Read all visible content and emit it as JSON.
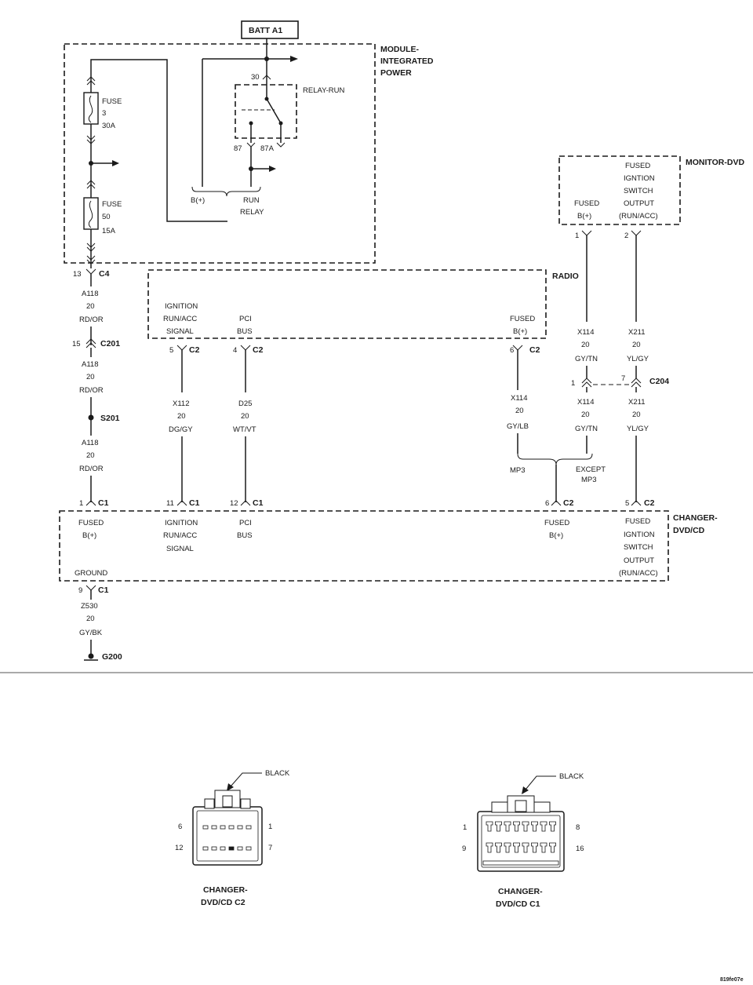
{
  "labels": {
    "batt": "BATT A1",
    "module": [
      "MODULE-",
      "INTEGRATED",
      "POWER"
    ],
    "relay_run": "RELAY-RUN",
    "pin30": "30",
    "pin87": "87",
    "pin87a": "87A",
    "fuse3": [
      "FUSE",
      "3",
      "30A"
    ],
    "fuse50": [
      "FUSE",
      "50",
      "15A"
    ],
    "bplus": "B(+)",
    "run_relay": [
      "RUN",
      "RELAY"
    ],
    "c4_pin": "13",
    "c4": "C4",
    "a118": [
      "A118",
      "20",
      "RD/OR"
    ],
    "c201_pin": "15",
    "c201": "C201",
    "s201": "S201",
    "radio": "RADIO",
    "ign_signal": [
      "IGNITION",
      "RUN/ACC",
      "SIGNAL"
    ],
    "pci_bus": [
      "PCI",
      "BUS"
    ],
    "fused_bplus_radio": [
      "FUSED",
      "B(+)"
    ],
    "radio_c2_5": "5",
    "radio_c2_4": "4",
    "radio_c2_6": "6",
    "c2": "C2",
    "c1": "C1",
    "x112": [
      "X112",
      "20",
      "DG/GY"
    ],
    "d25": [
      "D25",
      "20",
      "WT/VT"
    ],
    "x114_lb": [
      "X114",
      "20",
      "GY/LB"
    ],
    "x114_tn": [
      "X114",
      "20",
      "GY/TN"
    ],
    "x211": [
      "X211",
      "20",
      "YL/GY"
    ],
    "monitor": "MONITOR-DVD",
    "mon_fused": [
      "FUSED",
      "B(+)"
    ],
    "mon_ign": [
      "FUSED",
      "IGNTION",
      "SWITCH",
      "OUTPUT",
      "(RUN/ACC)"
    ],
    "mon_pin1": "1",
    "mon_pin2": "2",
    "c204": "C204",
    "c204_pin1": "1",
    "c204_pin7": "7",
    "mp3": "MP3",
    "except_mp3": [
      "EXCEPT",
      "MP3"
    ],
    "changer": [
      "CHANGER-",
      "DVD/CD"
    ],
    "ch_fused": [
      "FUSED",
      "B(+)"
    ],
    "ch_ign": [
      "IGNITION",
      "RUN/ACC",
      "SIGNAL"
    ],
    "ch_pci": [
      "PCI",
      "BUS"
    ],
    "ch_fused2": [
      "FUSED",
      "B(+)"
    ],
    "ch_ign2": [
      "FUSED",
      "IGNTION",
      "SWITCH",
      "OUTPUT",
      "(RUN/ACC)"
    ],
    "ch_ground": "GROUND",
    "ch_c1_1": "1",
    "ch_c1_11": "11",
    "ch_c1_12": "12",
    "ch_c2_6": "6",
    "ch_c2_5": "5",
    "ch_c1_9": "9",
    "z530": [
      "Z530",
      "20",
      "GY/BK"
    ],
    "g200": "G200",
    "black_c2": "BLACK",
    "black_c1": "BLACK",
    "c2_pins": [
      "6",
      "1",
      "12",
      "7"
    ],
    "c1_pins": [
      "1",
      "8",
      "9",
      "16"
    ],
    "c2_title": [
      "CHANGER-",
      "DVD/CD C2"
    ],
    "c1_title": [
      "CHANGER-",
      "DVD/CD C1"
    ],
    "fig_id": "819fe07e"
  }
}
